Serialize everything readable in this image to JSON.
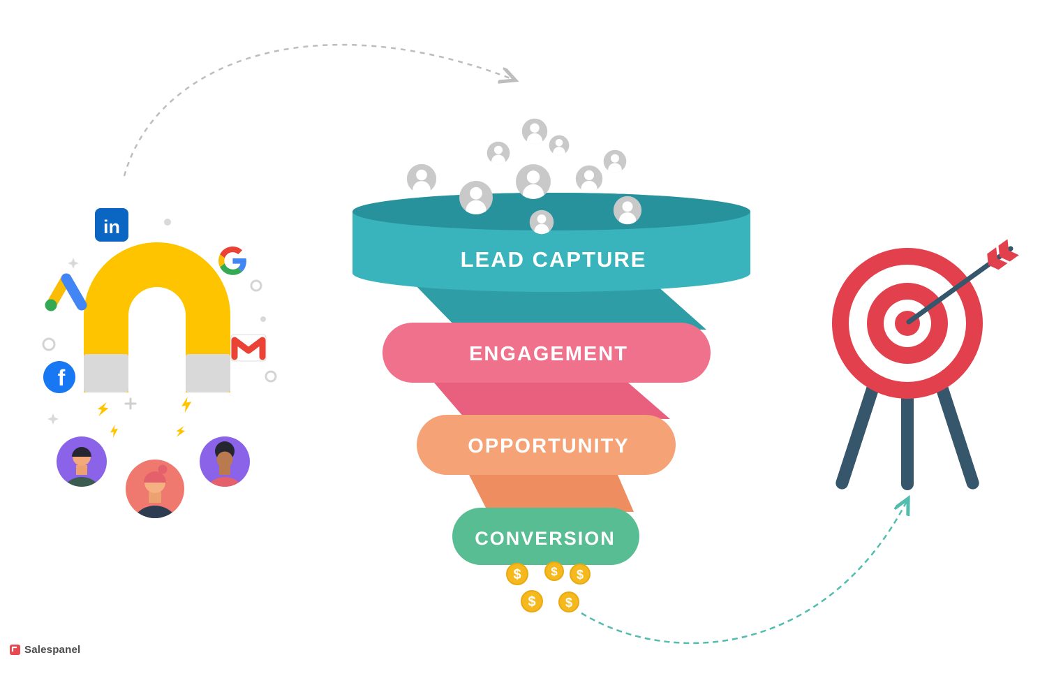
{
  "logo": {
    "text": "Salespanel",
    "color": "#e8484f",
    "text_color": "#4a4a4a"
  },
  "icons": {
    "left_group": [
      "magnet-icon",
      "linkedin-icon",
      "google-icon",
      "google-ads-icon",
      "gmail-icon",
      "facebook-icon",
      "lightning-icon",
      "lead-avatar"
    ],
    "funnel_top": "user-icon",
    "funnel_bottom": "dollar-coin-icon",
    "right_group": [
      "target-icon",
      "dart-arrow-icon"
    ]
  },
  "sources": {
    "linkedin": {
      "label": "in",
      "color": "#0a66c2"
    },
    "google": {
      "blue": "#4285F4",
      "red": "#EA4335",
      "yellow": "#FBBC05",
      "green": "#34A853"
    },
    "gmail": {
      "color": "#EA4335"
    },
    "facebook": {
      "label": "f",
      "color": "#1877F2"
    },
    "magnet": {
      "color": "#ffc400",
      "tip_color": "#d9d9d9"
    }
  },
  "funnel": {
    "opening_color": "#27929c",
    "label_color": "#ffffff",
    "user_icon_color": "#c9c9c9",
    "stages": [
      {
        "label": "LEAD CAPTURE",
        "color": "#3ab4bc",
        "shade": "#2f9da6"
      },
      {
        "label": "ENGAGEMENT",
        "color": "#f0718b",
        "shade": "#e8607e"
      },
      {
        "label": "OPPORTUNITY",
        "color": "#f5a276",
        "shade": "#ee8e60"
      },
      {
        "label": "CONVERSION",
        "color": "#58bd93",
        "shade": "#46a97f"
      }
    ]
  },
  "coins": {
    "symbol": "$",
    "color": "#f5b91e",
    "edge": "#e8a911"
  },
  "target": {
    "color": "#e2404d",
    "leg_color": "#35566b"
  },
  "arrows": {
    "to_funnel_color": "#bdbdbd",
    "to_target_color": "#52bcae"
  }
}
